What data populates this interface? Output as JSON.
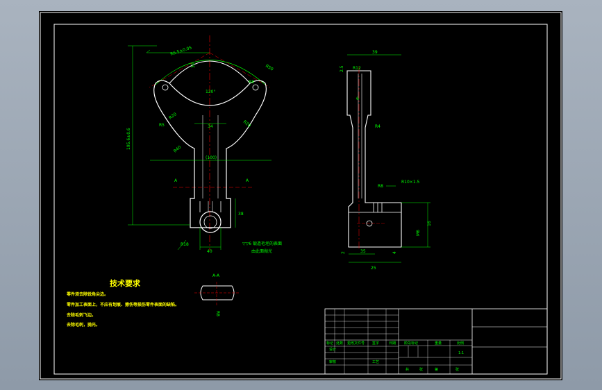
{
  "drawing": {
    "tech_requirements": {
      "title": "技术要求",
      "notes": [
        "零件须去除锐角尖边。",
        "零件加工表面上，不应有划痕、擦伤等损伤零件表面的缺陷。",
        "去除毛刺飞边。",
        "去除毛刺，抛光。"
      ]
    },
    "dimensions": {
      "front": [
        "R6.5±0.05",
        "R50",
        "30",
        "R8",
        "120°",
        "R20",
        "R5",
        "34",
        "R20",
        "R40",
        "195.6±0.6",
        "(100)",
        "A",
        "A",
        "38",
        "R18",
        "40"
      ],
      "side": [
        "39",
        "R12",
        "2.5",
        "6",
        "R4",
        "R8",
        "R10×1.5",
        "16",
        "M6",
        "35",
        "25",
        "2",
        "4"
      ],
      "surface_note": [
        "▽▽6 锻造毛坯的表面",
        "由此面抛光"
      ],
      "section_label": "A-A",
      "section_dim": "R8"
    },
    "title_block": {
      "labels": [
        "标记",
        "处数",
        "更改文件号",
        "签字",
        "日期",
        "设计",
        "审核",
        "工艺",
        "阶段标记",
        "重量",
        "比例",
        "共",
        "张",
        "第",
        "张"
      ],
      "scale": "1:1"
    },
    "colors": {
      "frame": "#ffffff",
      "outline": "#ffffff",
      "dimension": "#00ff00",
      "centerline": "#ff0000",
      "annotation": "#ffff00"
    }
  }
}
